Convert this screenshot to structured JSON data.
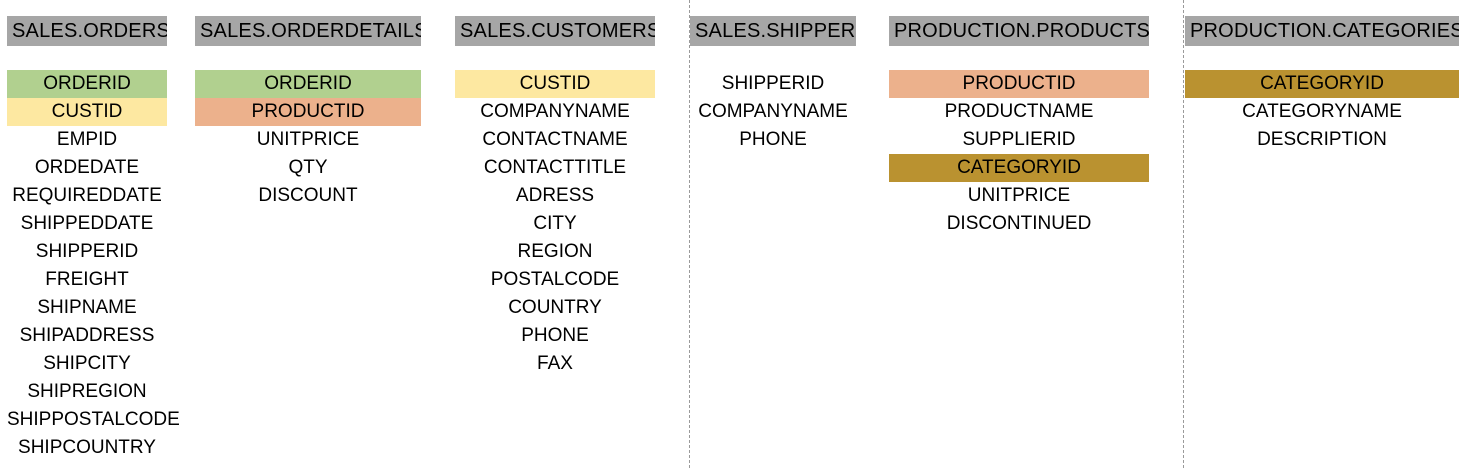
{
  "colors": {
    "header_bg": "#a6a6a6",
    "orderid_key": "#b1d08f",
    "custid_key": "#fde8a1",
    "productid_key": "#ecb18c",
    "categoryid_key": "#ba9230",
    "divider": "#9a9a9a"
  },
  "tables": [
    {
      "title": "SALES.ORDERS",
      "fields": [
        {
          "name": "ORDERID",
          "highlight": "#b1d08f"
        },
        {
          "name": "CUSTID",
          "highlight": "#fde8a1"
        },
        {
          "name": "EMPID"
        },
        {
          "name": "ORDEDATE"
        },
        {
          "name": "REQUIREDDATE"
        },
        {
          "name": "SHIPPEDDATE"
        },
        {
          "name": "SHIPPERID"
        },
        {
          "name": "FREIGHT"
        },
        {
          "name": "SHIPNAME"
        },
        {
          "name": "SHIPADDRESS"
        },
        {
          "name": "SHIPCITY"
        },
        {
          "name": "SHIPREGION"
        },
        {
          "name": "SHIPPOSTALCODE"
        },
        {
          "name": "SHIPCOUNTRY"
        }
      ]
    },
    {
      "title": "SALES.ORDERDETAILS",
      "fields": [
        {
          "name": "ORDERID",
          "highlight": "#b1d08f"
        },
        {
          "name": "PRODUCTID",
          "highlight": "#ecb18c"
        },
        {
          "name": "UNITPRICE"
        },
        {
          "name": "QTY"
        },
        {
          "name": "DISCOUNT"
        }
      ]
    },
    {
      "title": "SALES.CUSTOMERS",
      "fields": [
        {
          "name": "CUSTID",
          "highlight": "#fde8a1"
        },
        {
          "name": "COMPANYNAME"
        },
        {
          "name": "CONTACTNAME"
        },
        {
          "name": "CONTACTTITLE"
        },
        {
          "name": "ADRESS"
        },
        {
          "name": "CITY"
        },
        {
          "name": "REGION"
        },
        {
          "name": "POSTALCODE"
        },
        {
          "name": "COUNTRY"
        },
        {
          "name": "PHONE"
        },
        {
          "name": "FAX"
        }
      ]
    },
    {
      "title": "SALES.SHIPPERS",
      "fields": [
        {
          "name": "SHIPPERID"
        },
        {
          "name": "COMPANYNAME"
        },
        {
          "name": "PHONE"
        }
      ]
    },
    {
      "title": "PRODUCTION.PRODUCTS",
      "fields": [
        {
          "name": "PRODUCTID",
          "highlight": "#ecb18c"
        },
        {
          "name": "PRODUCTNAME"
        },
        {
          "name": "SUPPLIERID"
        },
        {
          "name": "CATEGORYID",
          "highlight": "#ba9230"
        },
        {
          "name": "UNITPRICE"
        },
        {
          "name": "DISCONTINUED"
        }
      ]
    },
    {
      "title": "PRODUCTION.CATEGORIES",
      "fields": [
        {
          "name": "CATEGORYID",
          "highlight": "#ba9230"
        },
        {
          "name": "CATEGORYNAME"
        },
        {
          "name": "DESCRIPTION"
        }
      ]
    }
  ]
}
